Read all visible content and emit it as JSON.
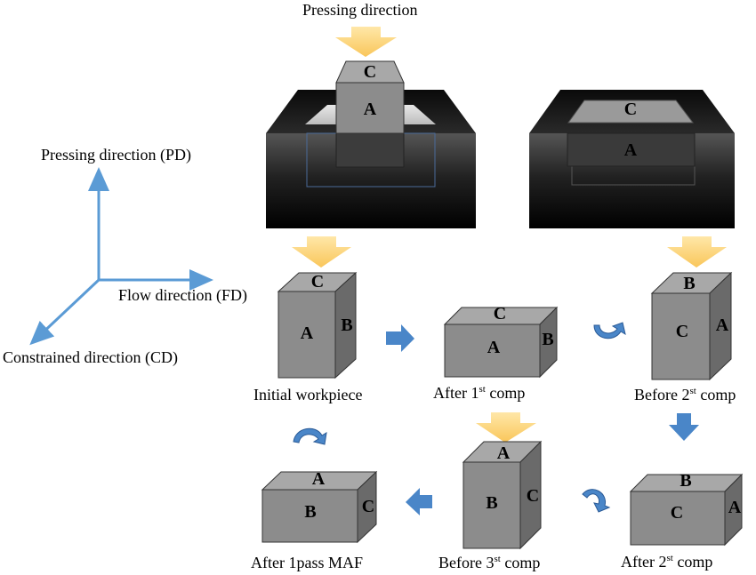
{
  "top_label": "Pressing direction",
  "axes": {
    "pd": "Pressing direction (PD)",
    "fd": "Flow direction (FD)",
    "cd": "Constrained direction (CD)"
  },
  "die_left": {
    "top": "C",
    "front": "A"
  },
  "die_right": {
    "top": "C",
    "front": "A"
  },
  "blocks": {
    "initial": {
      "top": "C",
      "front": "A",
      "side": "B",
      "caption": "Initial workpiece"
    },
    "after1": {
      "top": "C",
      "front": "A",
      "side": "B",
      "caption_pre": "After 1",
      "caption_sup": "st",
      "caption_post": " comp"
    },
    "before2": {
      "top": "B",
      "front": "C",
      "side": "A",
      "caption_pre": "Before 2",
      "caption_sup": "st",
      "caption_post": " comp"
    },
    "after2": {
      "top": "B",
      "front": "C",
      "side": "A",
      "caption_pre": "After 2",
      "caption_sup": "st",
      "caption_post": " comp"
    },
    "before3": {
      "top": "A",
      "front": "B",
      "side": "C",
      "caption_pre": "Before 3",
      "caption_sup": "st",
      "caption_post": " comp"
    },
    "after1pass": {
      "top": "A",
      "front": "B",
      "side": "C",
      "caption": "After 1pass MAF"
    }
  },
  "colors": {
    "arrow_press": "#fdd57c",
    "arrow_flow": "#4a86c8",
    "axis": "#5b9bd5",
    "block_front": "#8c8c8c",
    "block_top": "#a8a8a8",
    "block_side": "#6a6a6a"
  }
}
